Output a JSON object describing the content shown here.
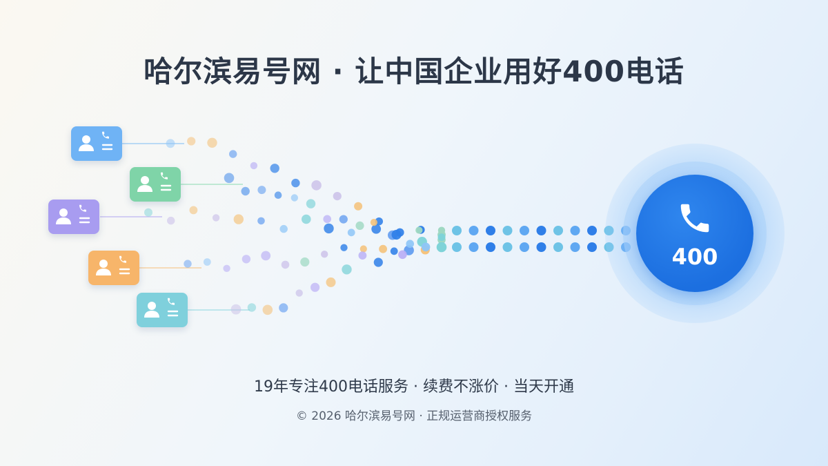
{
  "header": {
    "title": "哈尔滨易号网 · 让中国企业用好400电话"
  },
  "contacts": [
    {
      "name": "blue",
      "color": "#6fb3f5"
    },
    {
      "name": "green",
      "color": "#7fd4a8"
    },
    {
      "name": "purple",
      "color": "#a89cf0"
    },
    {
      "name": "orange",
      "color": "#f7b56a"
    },
    {
      "name": "teal",
      "color": "#7fd0dc"
    }
  ],
  "dot_colors": [
    "#8ec5f7",
    "#2f7fe8",
    "#9fd8c2",
    "#b9aef5",
    "#f5c178",
    "#7fd3d8",
    "#5f9bf0",
    "#c8bde8"
  ],
  "hub": {
    "label": "400",
    "color": "#1f73e2"
  },
  "footer": {
    "tagline": "19年专注400电话服务 · 续费不涨价 · 当天开通",
    "copyright": "© 2026 哈尔滨易号网 · 正规运营商授权服务"
  },
  "icons": [
    "person-icon",
    "phone-icon",
    "lines-icon",
    "phone-hub-icon"
  ]
}
